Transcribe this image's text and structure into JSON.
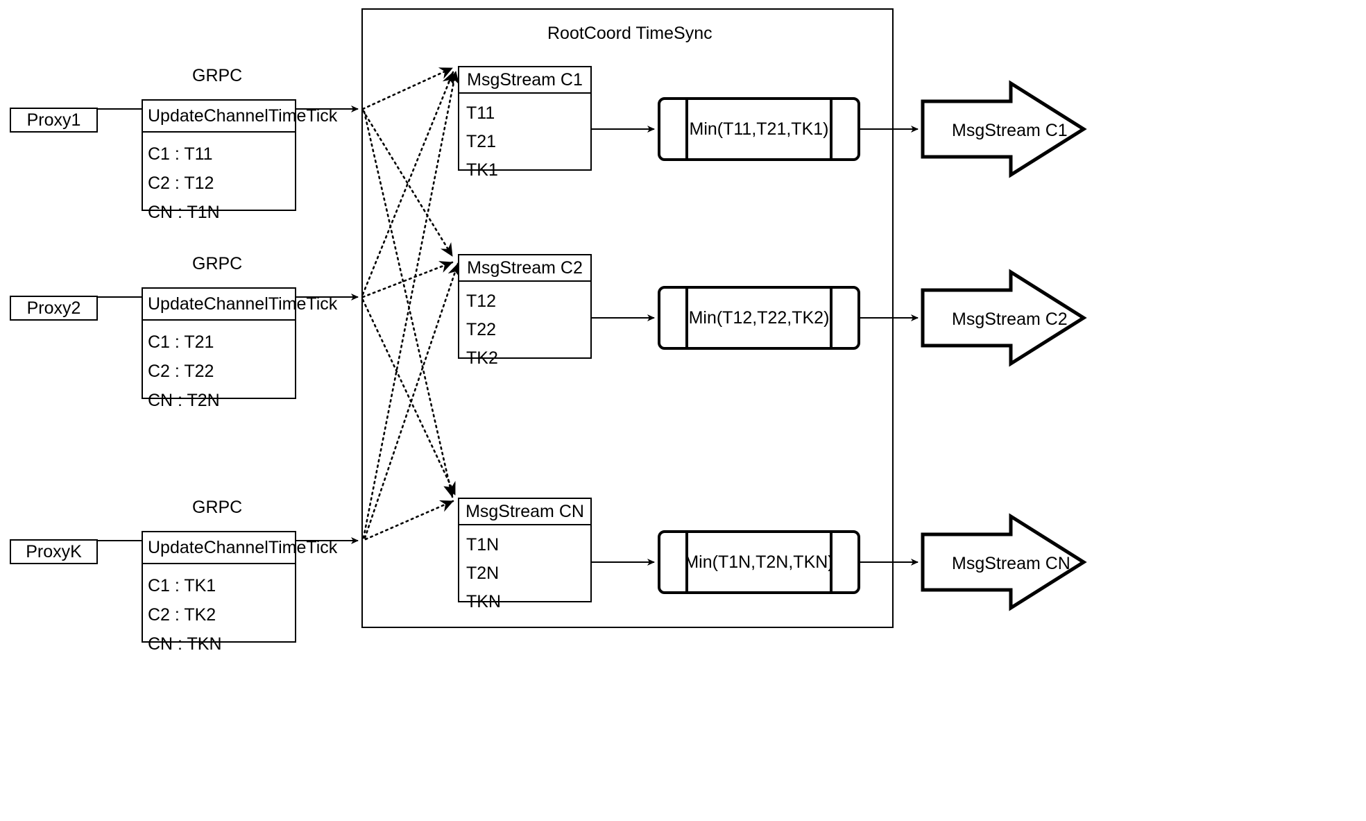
{
  "diagram": {
    "title": "RootCoord TimeSync",
    "container_label": "RootCoord TimeSync",
    "link_label": "GRPC",
    "colors": {
      "stroke": "#000000",
      "background": "#ffffff"
    }
  },
  "proxies": [
    {
      "name": "Proxy1",
      "link": "GRPC",
      "request": {
        "title": "UpdateChannelTimeTick",
        "rows": [
          "C1 :  T11",
          "C2 :  T12",
          "CN : T1N"
        ]
      }
    },
    {
      "name": "Proxy2",
      "link": "GRPC",
      "request": {
        "title": "UpdateChannelTimeTick",
        "rows": [
          "C1 :  T21",
          "C2 :  T22",
          "CN : T2N"
        ]
      }
    },
    {
      "name": "ProxyK",
      "link": "GRPC",
      "request": {
        "title": "UpdateChannelTimeTick",
        "rows": [
          "C1 :  TK1",
          "C2 :  TK2",
          "CN : TKN"
        ]
      }
    }
  ],
  "channels": [
    {
      "stream": {
        "title": "MsgStream C1",
        "rows": [
          "T11",
          "T21",
          "TK1"
        ]
      },
      "process": "Min(T11,T21,TK1)",
      "output": "MsgStream C1"
    },
    {
      "stream": {
        "title": "MsgStream C2",
        "rows": [
          "T12",
          "T22",
          "TK2"
        ]
      },
      "process": "Min(T12,T22,TK2)",
      "output": "MsgStream C2"
    },
    {
      "stream": {
        "title": "MsgStream CN",
        "rows": [
          "T1N",
          "T2N",
          "TKN"
        ]
      },
      "process": "Min(T1N,T2N,TKN)",
      "output": "MsgStream CN"
    }
  ]
}
